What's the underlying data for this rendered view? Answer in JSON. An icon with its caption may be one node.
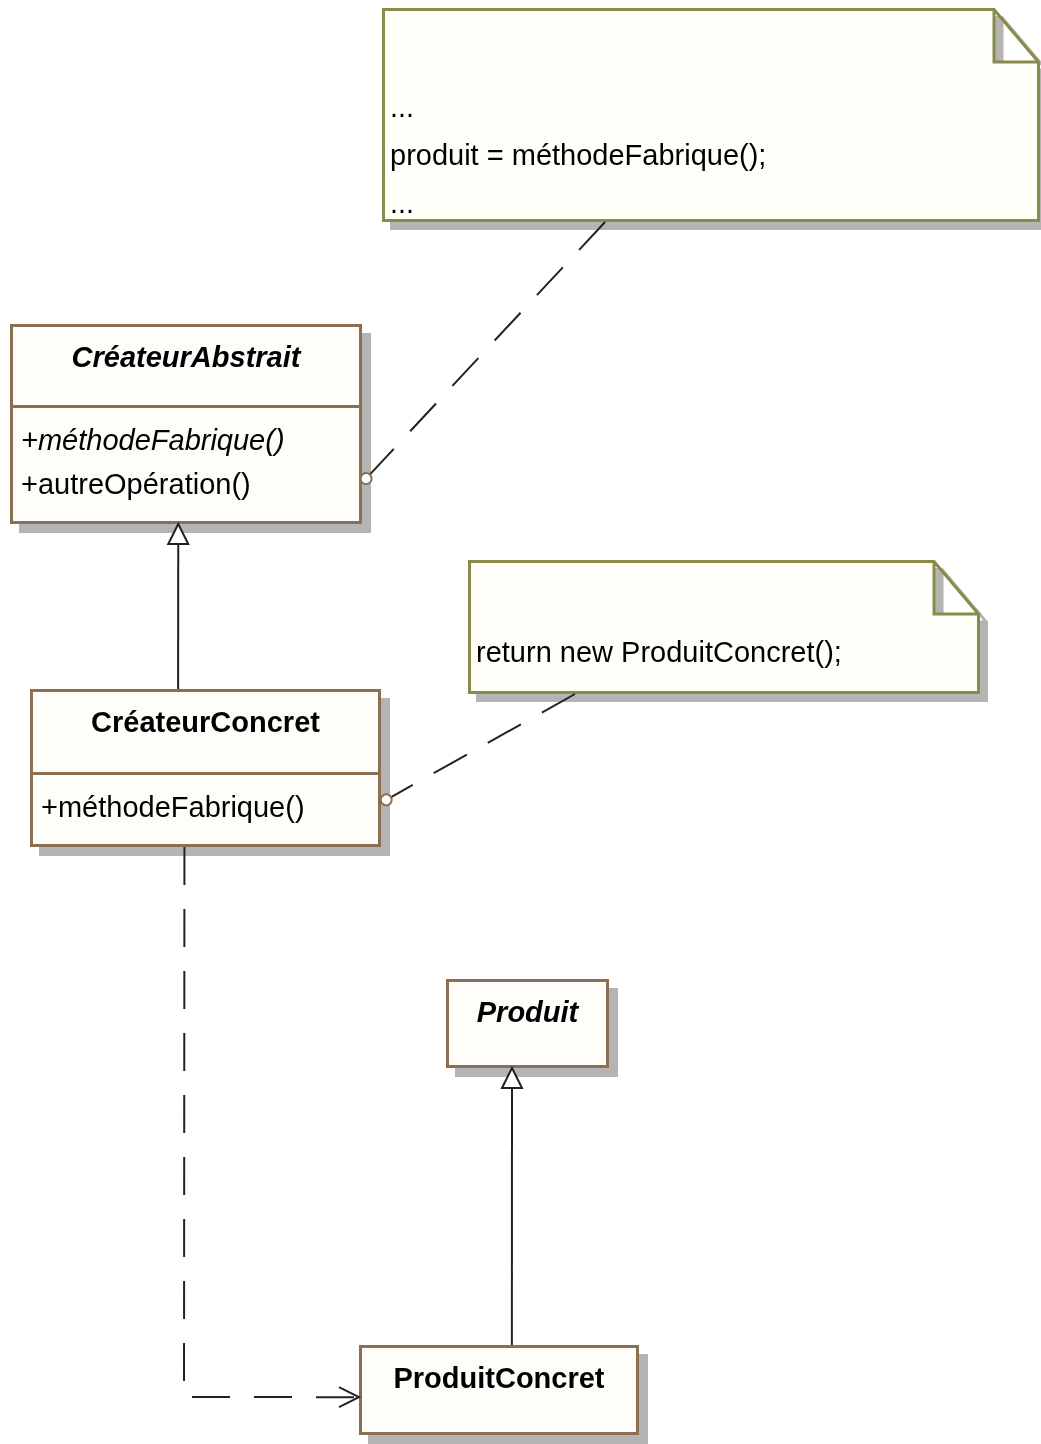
{
  "diagram": {
    "nodes": [
      {
        "text": [
          "...",
          "produit = méthodeFabrique();",
          "..."
        ]
      },
      {
        "text": [
          "*CréateurAbstrait*",
          "*+méthodeFabrique()*",
          "+autreOpération()"
        ]
      },
      {
        "text": [
          "return new ProduitConcret();"
        ]
      },
      {
        "text": [
          "CréateurConcret",
          "+méthodeFabrique()"
        ]
      },
      {
        "text": [
          "*Produit*"
        ]
      },
      {
        "text": [
          "ProduitConcret"
        ]
      }
    ],
    "edges": [
      {
        "from": 0,
        "to": 1,
        "arrow": "other",
        "style": "dashed"
      },
      {
        "from": 2,
        "to": 3,
        "arrow": "other",
        "style": "dashed"
      },
      {
        "from": 3,
        "to": 1,
        "arrow": "to"
      },
      {
        "from": 5,
        "to": 4,
        "arrow": "to"
      },
      {
        "from": 3,
        "to": 5,
        "arrow": "to",
        "style": "dashed"
      }
    ]
  }
}
